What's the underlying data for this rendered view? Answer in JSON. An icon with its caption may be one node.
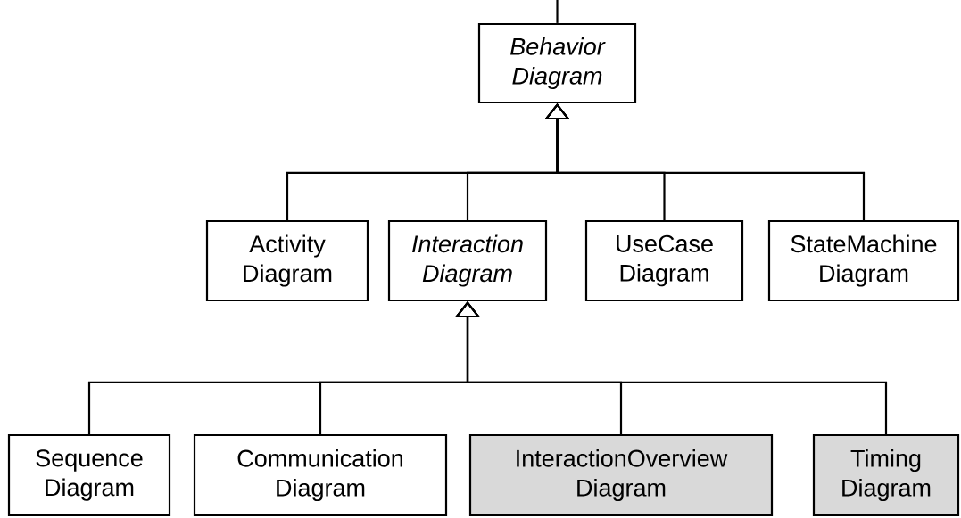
{
  "diagram": {
    "nodes": [
      {
        "text": [
          "Behavior Diagram"
        ]
      },
      {
        "text": [
          "Activity Diagram"
        ]
      },
      {
        "text": [
          "Interaction Diagram"
        ]
      },
      {
        "text": [
          "UseCase Diagram"
        ]
      },
      {
        "text": [
          "StateMachine Diagram"
        ]
      },
      {
        "text": [
          "Sequence Diagram"
        ]
      },
      {
        "text": [
          "Communication Diagram"
        ]
      },
      {
        "text": [
          "InteractionOverview Diagram"
        ]
      },
      {
        "text": [
          "Timing Diagram"
        ]
      }
    ],
    "edges": [
      {
        "from": 0,
        "to": null,
        "arrow": "none"
      },
      {
        "from": 1,
        "to": 0,
        "arrow": "to"
      },
      {
        "from": 2,
        "to": 0,
        "arrow": "to"
      },
      {
        "from": 3,
        "to": 0,
        "arrow": "to"
      },
      {
        "from": 4,
        "to": 0,
        "arrow": "to"
      },
      {
        "from": 5,
        "to": 2,
        "arrow": "to"
      },
      {
        "from": 6,
        "to": 2,
        "arrow": "to"
      },
      {
        "from": 7,
        "to": 2,
        "arrow": "to"
      },
      {
        "from": 8,
        "to": 2,
        "arrow": "to"
      }
    ]
  }
}
